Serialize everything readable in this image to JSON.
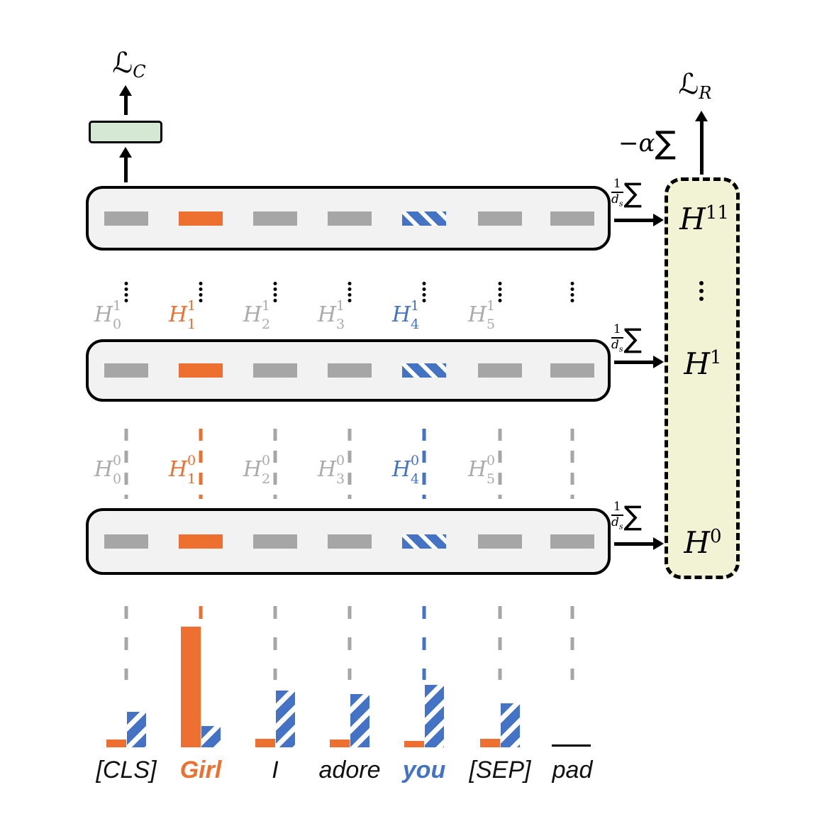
{
  "colors": {
    "orange": "#ED7030",
    "blue": "#4472C4",
    "gray_bar": "#A6A6A6",
    "gray_text": "#ABABAB",
    "row_fill": "#F2F2F2",
    "panel_fill": "#F2F2D5",
    "green_fill": "#D5E8D4",
    "black": "#111111"
  },
  "losses": {
    "classification": {
      "symbol": "ℒ",
      "sub": "C"
    },
    "regularization": {
      "symbol": "ℒ",
      "sub": "R"
    }
  },
  "side": {
    "frac_num": "1",
    "frac_den": "d",
    "frac_den_sub": "s",
    "sum": "∑",
    "alpha": "−α",
    "alpha_sum": "∑"
  },
  "panel": {
    "top": {
      "base": "H",
      "sup": "11"
    },
    "middle": {
      "base": "H",
      "sup": "1"
    },
    "bottom": {
      "base": "H",
      "sup": "0"
    }
  },
  "layers": {
    "row_sups": [
      "1",
      "0"
    ]
  },
  "columns": [
    {
      "token": "[CLS]",
      "emphasis": "none",
      "h_index": "0",
      "role": "gray",
      "importance_orange": 11,
      "importance_blue": 50
    },
    {
      "token": "Girl",
      "emphasis": "orange",
      "h_index": "1",
      "role": "orange",
      "importance_orange": 170,
      "importance_blue": 30
    },
    {
      "token": "I",
      "emphasis": "none",
      "h_index": "2",
      "role": "gray",
      "importance_orange": 12,
      "importance_blue": 80
    },
    {
      "token": "adore",
      "emphasis": "none",
      "h_index": "3",
      "role": "gray",
      "importance_orange": 11,
      "importance_blue": 75
    },
    {
      "token": "you",
      "emphasis": "blue",
      "h_index": "4",
      "role": "blue",
      "importance_orange": 9,
      "importance_blue": 88
    },
    {
      "token": "[SEP]",
      "emphasis": "none",
      "h_index": "5",
      "role": "gray",
      "importance_orange": 12,
      "importance_blue": 62
    },
    {
      "token": "pad",
      "emphasis": "none",
      "h_index": null,
      "role": "gray",
      "importance_orange": 0,
      "importance_blue": 0,
      "pad_line": true
    }
  ]
}
